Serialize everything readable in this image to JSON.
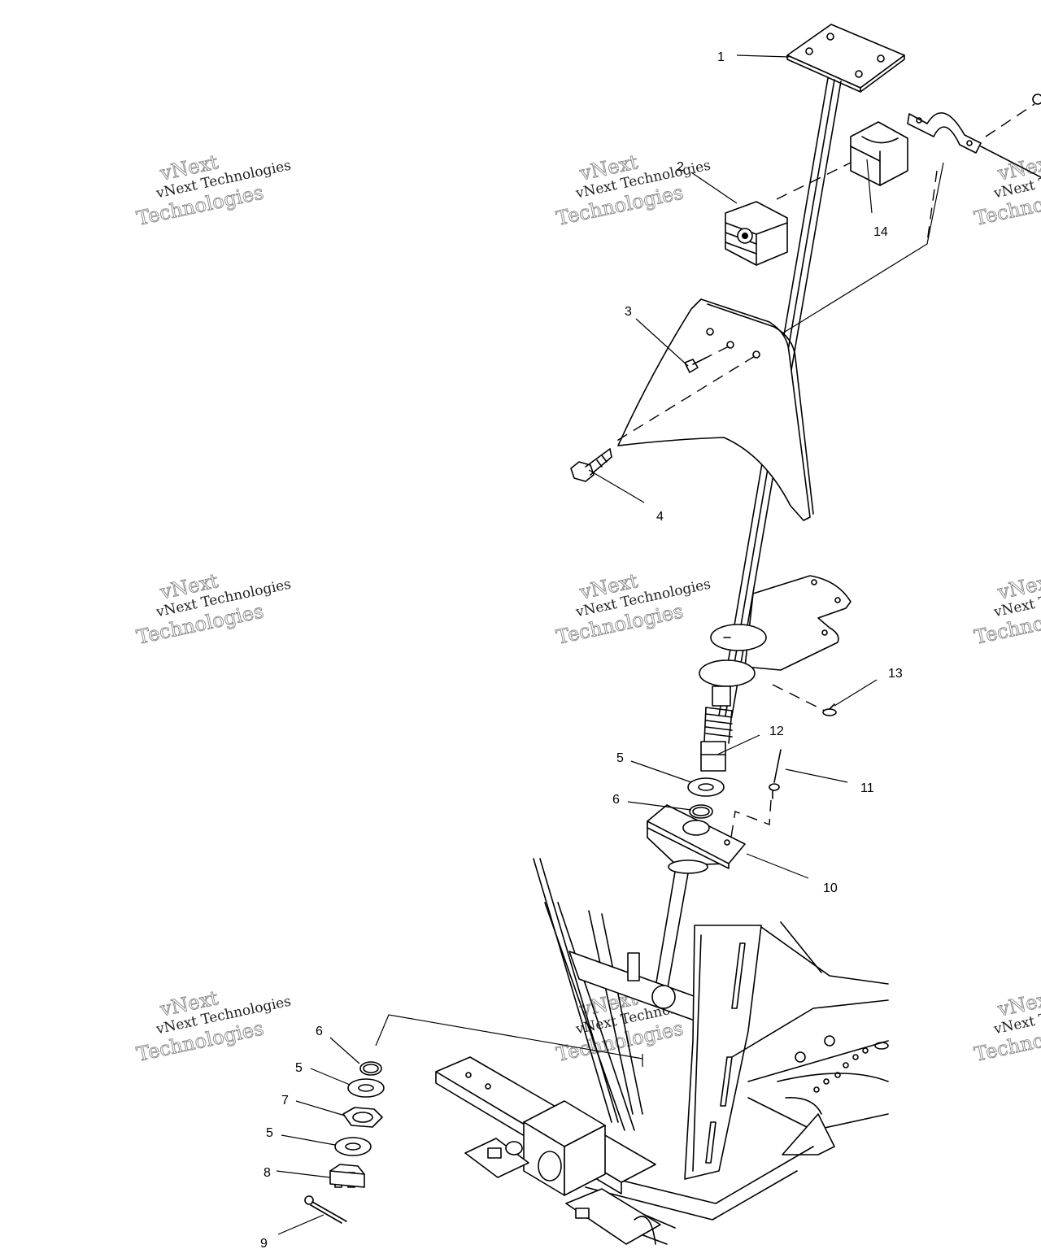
{
  "watermark": {
    "line1": "vNext",
    "line2": "vNext Technologies",
    "line3": "Technologies"
  },
  "callouts": [
    {
      "id": "1",
      "text": "1"
    },
    {
      "id": "2",
      "text": "2"
    },
    {
      "id": "3",
      "text": "3"
    },
    {
      "id": "4",
      "text": "4"
    },
    {
      "id": "5a",
      "text": "5"
    },
    {
      "id": "6a",
      "text": "6"
    },
    {
      "id": "10",
      "text": "10"
    },
    {
      "id": "11",
      "text": "11"
    },
    {
      "id": "12",
      "text": "12"
    },
    {
      "id": "13",
      "text": "13"
    },
    {
      "id": "14",
      "text": "14"
    },
    {
      "id": "6b",
      "text": "6"
    },
    {
      "id": "5b",
      "text": "5"
    },
    {
      "id": "7",
      "text": "7"
    },
    {
      "id": "5c",
      "text": "5"
    },
    {
      "id": "8",
      "text": "8"
    },
    {
      "id": "9",
      "text": "9"
    }
  ]
}
